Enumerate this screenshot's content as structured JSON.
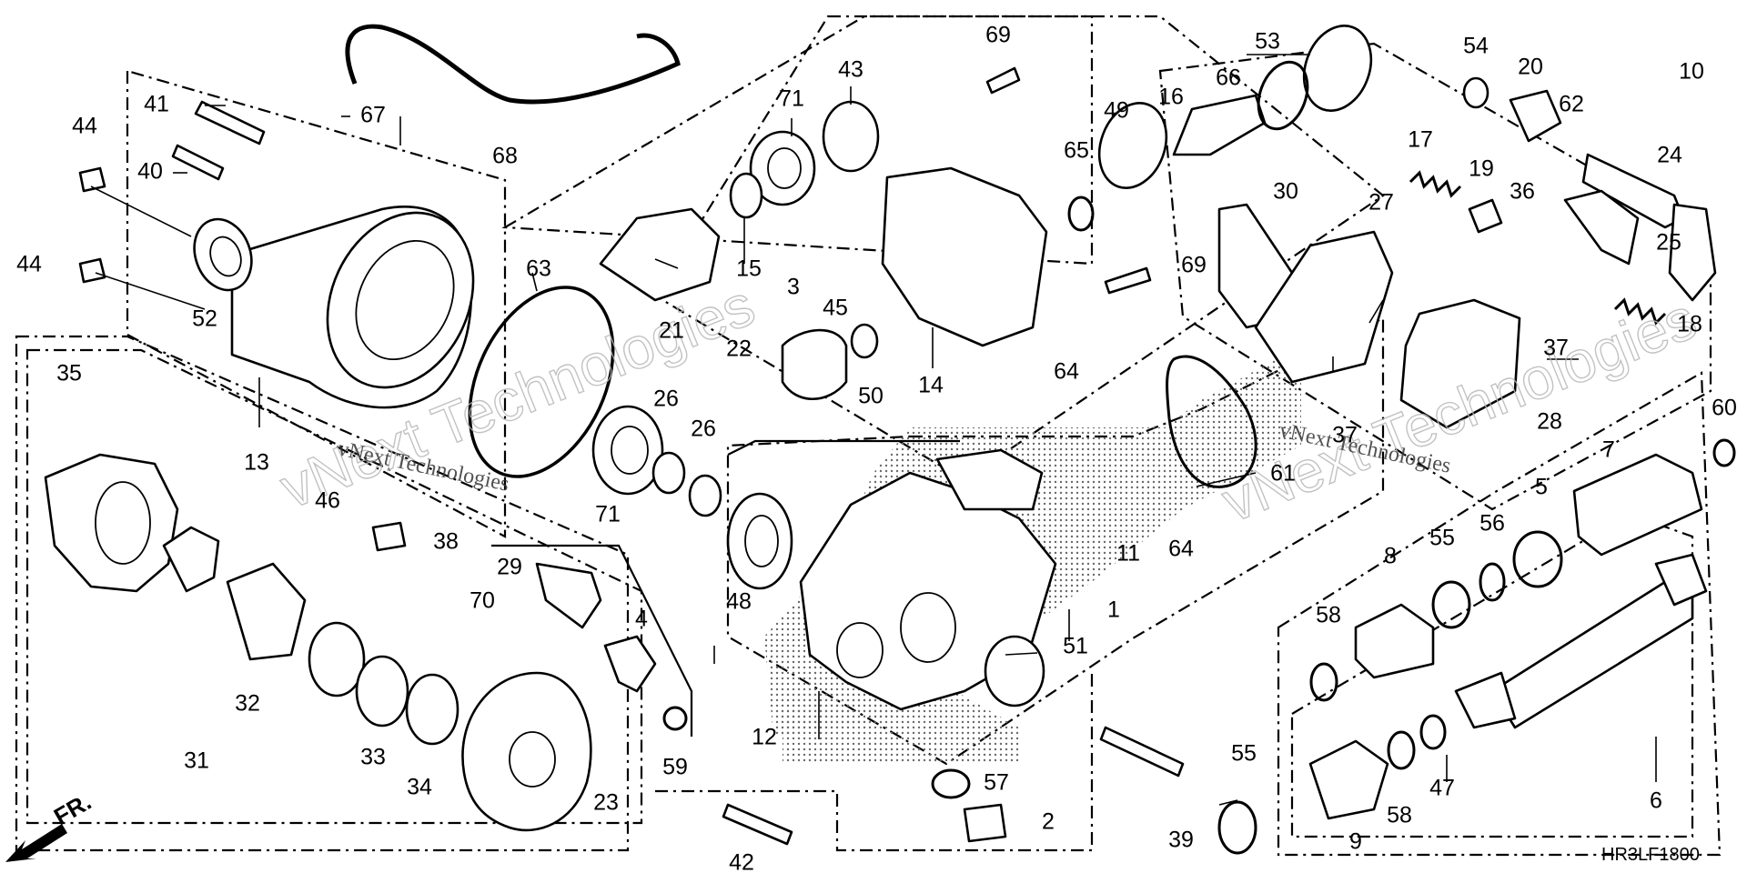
{
  "diagram": {
    "code": "HR3LF1800",
    "direction_label": "FR.",
    "watermarks": [
      "vNext Technologies",
      "vNext Technologies",
      "vNext Technologies",
      "vNext Technologies"
    ],
    "callouts": [
      {
        "id": "c1",
        "num": "1"
      },
      {
        "id": "c2",
        "num": "2"
      },
      {
        "id": "c3",
        "num": "3"
      },
      {
        "id": "c4",
        "num": "4"
      },
      {
        "id": "c5",
        "num": "5"
      },
      {
        "id": "c6",
        "num": "6"
      },
      {
        "id": "c7",
        "num": "7"
      },
      {
        "id": "c8",
        "num": "8"
      },
      {
        "id": "c9",
        "num": "9"
      },
      {
        "id": "c10",
        "num": "10"
      },
      {
        "id": "c11",
        "num": "11"
      },
      {
        "id": "c12",
        "num": "12"
      },
      {
        "id": "c13",
        "num": "13"
      },
      {
        "id": "c14",
        "num": "14"
      },
      {
        "id": "c15",
        "num": "15"
      },
      {
        "id": "c16",
        "num": "16"
      },
      {
        "id": "c17",
        "num": "17"
      },
      {
        "id": "c18",
        "num": "18"
      },
      {
        "id": "c19",
        "num": "19"
      },
      {
        "id": "c20",
        "num": "20"
      },
      {
        "id": "c21",
        "num": "21"
      },
      {
        "id": "c22",
        "num": "22"
      },
      {
        "id": "c23",
        "num": "23"
      },
      {
        "id": "c24",
        "num": "24"
      },
      {
        "id": "c25",
        "num": "25"
      },
      {
        "id": "c26a",
        "num": "26"
      },
      {
        "id": "c26b",
        "num": "26"
      },
      {
        "id": "c27",
        "num": "27"
      },
      {
        "id": "c28",
        "num": "28"
      },
      {
        "id": "c29",
        "num": "29"
      },
      {
        "id": "c30",
        "num": "30"
      },
      {
        "id": "c31",
        "num": "31"
      },
      {
        "id": "c32",
        "num": "32"
      },
      {
        "id": "c33",
        "num": "33"
      },
      {
        "id": "c34",
        "num": "34"
      },
      {
        "id": "c35",
        "num": "35"
      },
      {
        "id": "c36",
        "num": "36"
      },
      {
        "id": "c37a",
        "num": "37"
      },
      {
        "id": "c37b",
        "num": "37"
      },
      {
        "id": "c38",
        "num": "38"
      },
      {
        "id": "c39",
        "num": "39"
      },
      {
        "id": "c40",
        "num": "40"
      },
      {
        "id": "c41",
        "num": "41"
      },
      {
        "id": "c42",
        "num": "42"
      },
      {
        "id": "c43",
        "num": "43"
      },
      {
        "id": "c44a",
        "num": "44"
      },
      {
        "id": "c44b",
        "num": "44"
      },
      {
        "id": "c45",
        "num": "45"
      },
      {
        "id": "c46",
        "num": "46"
      },
      {
        "id": "c47",
        "num": "47"
      },
      {
        "id": "c48",
        "num": "48"
      },
      {
        "id": "c49",
        "num": "49"
      },
      {
        "id": "c50",
        "num": "50"
      },
      {
        "id": "c51",
        "num": "51"
      },
      {
        "id": "c52",
        "num": "52"
      },
      {
        "id": "c53",
        "num": "53"
      },
      {
        "id": "c54",
        "num": "54"
      },
      {
        "id": "c55a",
        "num": "55"
      },
      {
        "id": "c55b",
        "num": "55"
      },
      {
        "id": "c56",
        "num": "56"
      },
      {
        "id": "c57",
        "num": "57"
      },
      {
        "id": "c58a",
        "num": "58"
      },
      {
        "id": "c58b",
        "num": "58"
      },
      {
        "id": "c59",
        "num": "59"
      },
      {
        "id": "c60",
        "num": "60"
      },
      {
        "id": "c61",
        "num": "61"
      },
      {
        "id": "c62",
        "num": "62"
      },
      {
        "id": "c63",
        "num": "63"
      },
      {
        "id": "c64a",
        "num": "64"
      },
      {
        "id": "c64b",
        "num": "64"
      },
      {
        "id": "c65",
        "num": "65"
      },
      {
        "id": "c66",
        "num": "66"
      },
      {
        "id": "c67",
        "num": "67"
      },
      {
        "id": "c68",
        "num": "68"
      },
      {
        "id": "c69a",
        "num": "69"
      },
      {
        "id": "c69b",
        "num": "69"
      },
      {
        "id": "c70",
        "num": "70"
      },
      {
        "id": "c71a",
        "num": "71"
      },
      {
        "id": "c71b",
        "num": "71"
      }
    ]
  }
}
